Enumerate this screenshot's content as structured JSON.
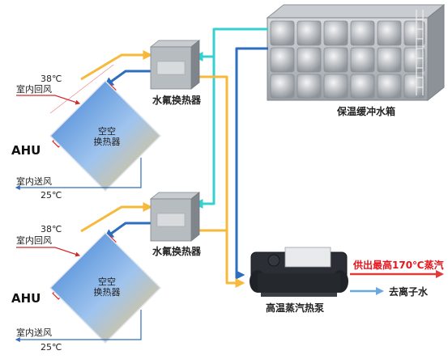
{
  "ahu_units": [
    {
      "label": "AHU",
      "return_temp": "38℃",
      "return_label": "室内回风",
      "supply_label": "室内送风",
      "supply_temp": "25℃",
      "coil_label": "空空\n换热器"
    },
    {
      "label": "AHU",
      "return_temp": "38℃",
      "return_label": "室内回风",
      "supply_label": "室内送风",
      "supply_temp": "25℃",
      "coil_label": "空空\n换热器"
    }
  ],
  "heat_exchangers": [
    {
      "label": "水氟换热器"
    },
    {
      "label": "水氟换热器"
    }
  ],
  "tank": {
    "label": "保温缓冲水箱"
  },
  "heat_pump": {
    "label": "高温蒸汽热泵",
    "steam_output": "供出最高170℃蒸汽",
    "water_output": "去离子水"
  },
  "colors": {
    "hot_line": "#f6b93b",
    "cool_line": "#2f6dbf",
    "cyan_line": "#35d0d0",
    "red_accent": "#e8141c",
    "steam_arrow": "#e03a3a",
    "water_arrow": "#6aa8e0"
  }
}
